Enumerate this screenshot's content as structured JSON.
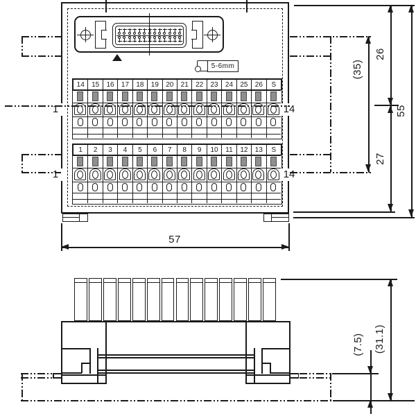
{
  "drawing": {
    "type": "engineering-dimension-drawing",
    "views": [
      "top-view",
      "side-view"
    ]
  },
  "colors": {
    "line": "#1a1a1a",
    "clamp_tab_gray": "#8f8f8f",
    "background": "#ffffff"
  },
  "icons": {
    "pin1_marker": "filled-up-triangle",
    "wire_strip_gauge": "stripped-wire-symbol"
  },
  "top_view": {
    "strip_gauge_label": "5-6mm",
    "connector": {
      "pin_columns": 13,
      "pin_rows": 2
    },
    "rows": [
      {
        "cells": [
          "14",
          "15",
          "16",
          "17",
          "18",
          "19",
          "20",
          "21",
          "22",
          "23",
          "24",
          "25",
          "26",
          "S"
        ],
        "left_label": "1",
        "right_label": "14"
      },
      {
        "cells": [
          "1",
          "2",
          "3",
          "4",
          "5",
          "6",
          "7",
          "8",
          "9",
          "10",
          "11",
          "12",
          "13",
          "S"
        ],
        "left_label": "1",
        "right_label": "14"
      }
    ],
    "dimensions": {
      "overall_width": "57",
      "overall_height": "55",
      "upper_section": "26",
      "lower_section": "27",
      "rail_width": "(35)"
    }
  },
  "side_view": {
    "fin_count": 14,
    "dimensions": {
      "overall_depth": "(31.1)",
      "rail_offset": "(7.5)"
    }
  }
}
